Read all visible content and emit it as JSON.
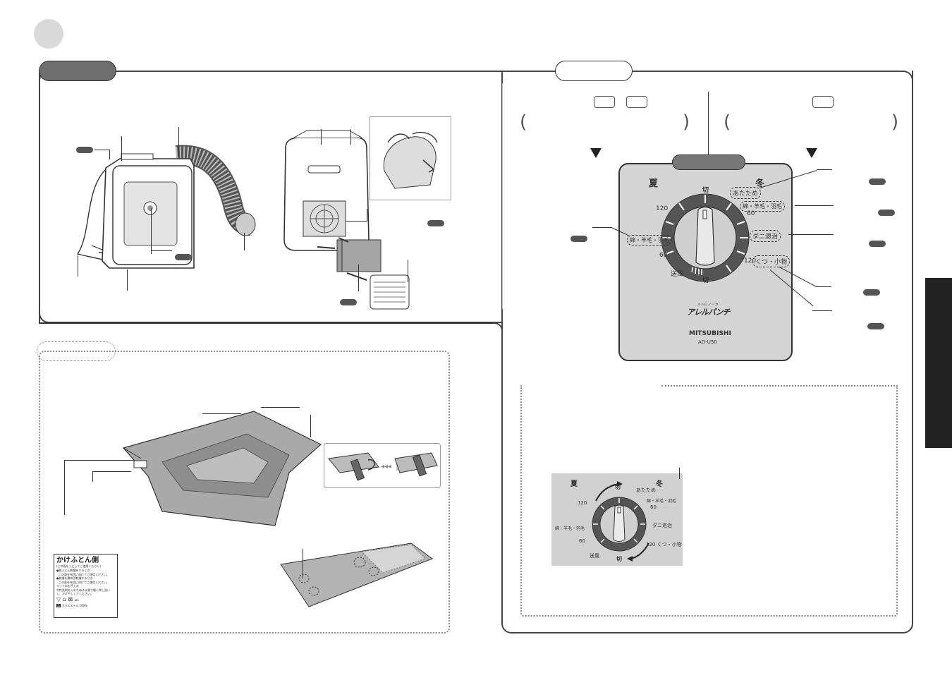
{
  "panel": {
    "season_summer": "夏",
    "season_winter": "冬",
    "dial_top_off": "切",
    "dial_bottom_off": "切",
    "mark_120_left": "120",
    "mark_60_left": "60",
    "mark_fan": "送風",
    "mark_60_right": "60",
    "mark_120_right": "120",
    "mode_warm": "あたため",
    "mode_fabric_right": "綿・羊毛・羽毛",
    "mode_fabric_left": "綿・羊毛・羽毛",
    "mode_mite": "ダニ退治",
    "mode_shoes": "くつ・小物",
    "logo": "アレルパンチ",
    "logo_sub": "メトロノーカ",
    "brand": "MITSUBISHI",
    "model": "AD-U50"
  },
  "small_dial": {
    "season_summer": "夏",
    "season_winter": "冬",
    "top_off": "切",
    "bottom_off": "切",
    "mark_120_left": "120",
    "mark_60_left": "60",
    "mark_fan": "送風",
    "mark_60_right": "60",
    "mode_warm": "あたため",
    "mode_fabric_right": "綿・羊毛・羽毛",
    "mode_fabric_left": "綿・羊毛・羽毛",
    "mode_mite": "ダニ退治",
    "mode_shoes": "120 くつ・小物"
  },
  "care_label": {
    "title": "かけふとん側",
    "subtitle": "(この面を上にしてご使用ください)",
    "line1": "●掛ふとん乾燥をするとき",
    "line2": "この面を布団に向けてご使用ください。",
    "line3": "●乾燥を敷布団乾燥するとき",
    "line4": "この面を布団に向けてご使用ください。",
    "line5": "マットのお手入れ",
    "line6": "中性洗剤を入れたぬるま湯で軽く押し洗い",
    "line7": "し、かげ干ししてください。",
    "material": "ポリエステル 100%",
    "badge": "品"
  }
}
